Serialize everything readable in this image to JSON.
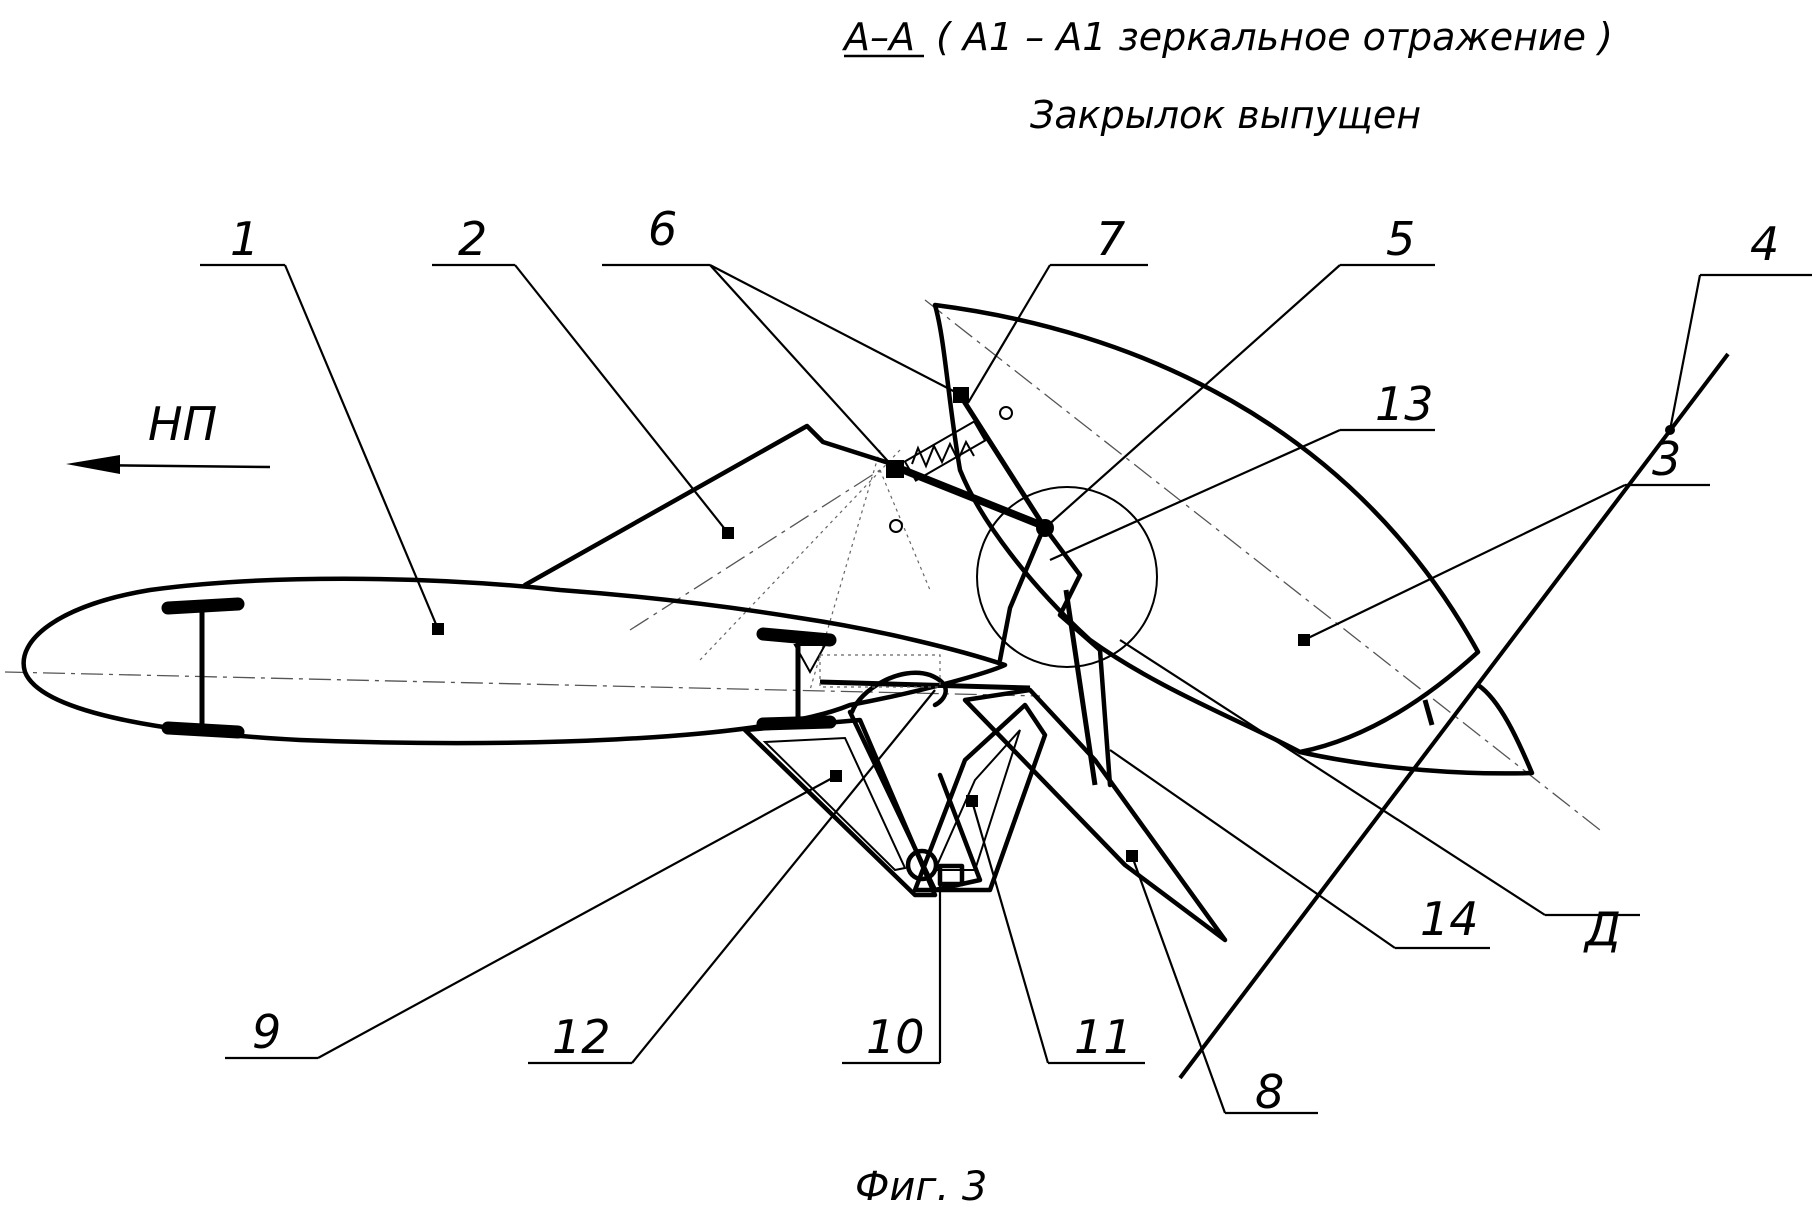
{
  "title": {
    "section": "А–А",
    "note": "( А1 – А1 зеркальное отражение )",
    "state": "Закрылок выпущен"
  },
  "direction_label": "НП",
  "caption": "Фиг. 3",
  "callouts": {
    "c1": "1",
    "c2": "2",
    "c3": "3",
    "c4": "4",
    "c5": "5",
    "c6": "6",
    "c7": "7",
    "c8": "8",
    "c9": "9",
    "c10": "10",
    "c11": "11",
    "c12": "12",
    "c13": "13",
    "c14": "14",
    "cD": "Д"
  }
}
